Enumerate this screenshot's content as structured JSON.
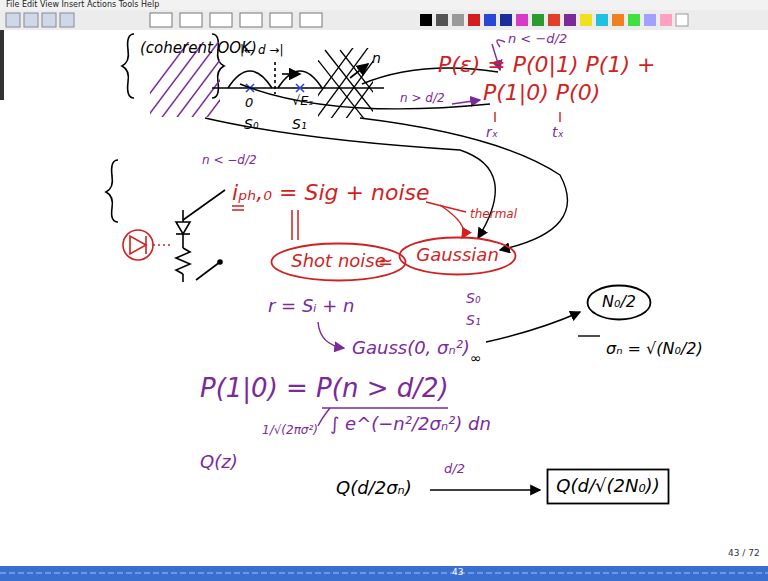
{
  "diagram": {
    "nodes": [
      {
        "text": [
          "Shot noise"
        ]
      },
      {
        "text": [
          "Gaussian"
        ]
      },
      {
        "text": [
          "N₀/2"
        ]
      },
      {
        "text": [
          "Q(d/√(2N₀))"
        ]
      }
    ],
    "labels": [
      "File Edit View Insert Actions Tools Help",
      "(coherent OOK)",
      "|← d →|",
      "n",
      "0",
      "√Eₛ",
      "S₀",
      "S₁",
      "n < −d/2",
      "P(ε) = P(0|1) P(1) +",
      "n > d/2",
      "P(1|0) P(0)",
      "rₓ",
      "tₓ",
      "n < −d/2",
      "iₚₕ,₀ = Sig + noise",
      "thermal",
      "≃",
      "r = Sᵢ + n",
      "S₀",
      "S₁",
      "Gauss(0, σₙ²)",
      "σₙ = √(N₀/2)",
      "P(1|0) = P(n > d/2)",
      "∞",
      "1/√(2πσ²)",
      "∫ e^(−n²/2σₙ²) dn",
      "d/2",
      "Q(z)",
      "Q(d/2σₙ)",
      "43 / 72",
      "43"
    ]
  }
}
